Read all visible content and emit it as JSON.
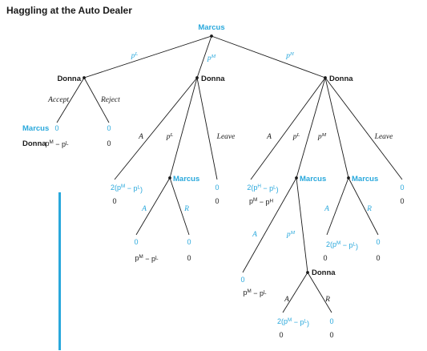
{
  "title": "Haggling at the Auto Dealer",
  "players": {
    "root": "Marcus",
    "donna_left": "Donna",
    "donna_mid": "Donna",
    "donna_right": "Donna",
    "marcus_mid": "Marcus",
    "marcus_right_a": "Marcus",
    "marcus_right_b": "Marcus",
    "donna_bottom": "Donna"
  },
  "row_labels": {
    "marcus": "Marcus",
    "donna": "Donna"
  },
  "edge_labels": {
    "root_left": "p<sup>L</sup>",
    "root_mid": "p<sup>M</sup>",
    "root_right": "p<sup>H</sup>",
    "left_accept": "Accept",
    "left_reject": "Reject",
    "mid_A": "A",
    "mid_pL": "p<sup>L</sup>",
    "mid_leave": "Leave",
    "mm_A": "A",
    "mm_R": "R",
    "right_A": "A",
    "right_pL": "p<sup>L</sup>",
    "right_pM": "p<sup>M</sup>",
    "right_leave": "Leave",
    "mra_A": "A",
    "mra_pM": "p<sup>M</sup>",
    "mrb_A": "A",
    "mrb_R": "R",
    "db_A": "A",
    "db_R": "R"
  },
  "payoffs": {
    "l_acc_m": "0",
    "l_acc_d": "p<sup>M</sup> − p<sup>L</sup>",
    "l_rej_m": "0",
    "l_rej_d": "0",
    "m_A_m": "2(p<sup>M</sup> − p<sup>L</sup>)",
    "m_A_d": "0",
    "mm_A_m": "0",
    "mm_A_d": "p<sup>M</sup> − p<sup>L</sup>",
    "mm_R_m": "0",
    "mm_R_d": "0",
    "m_leave_m": "0",
    "m_leave_d": "0",
    "r_A_m": "2(p<sup>H</sup> − p<sup>L</sup>)",
    "r_A_d": "p<sup>M</sup> − p<sup>H</sup>",
    "mra_A_m": "0",
    "mra_A_d": "p<sup>M</sup> − p<sup>L</sup>",
    "db_A_m": "2(p<sup>M</sup> − p<sup>L</sup>)",
    "db_A_d": "0",
    "db_R_m": "0",
    "db_R_d": "0",
    "mrb_A_m": "2(p<sup>M</sup> − p<sup>L</sup>)",
    "mrb_A_d": "0",
    "mrb_R_m": "0",
    "mrb_R_d": "0",
    "r_leave_m": "0",
    "r_leave_d": "0"
  },
  "colors": {
    "marcus": "#29a8dc",
    "donna": "#1a1a1a",
    "accent_bar": "#29a8dc"
  }
}
